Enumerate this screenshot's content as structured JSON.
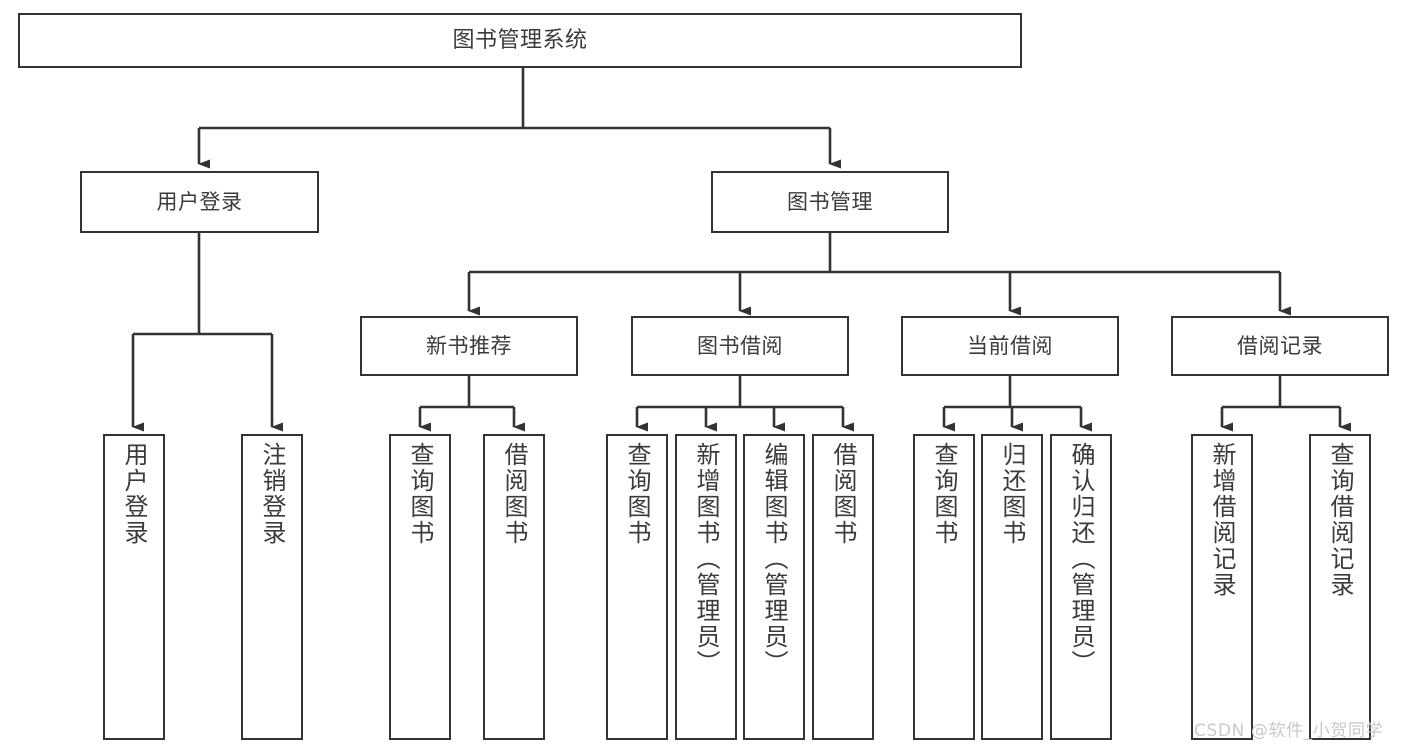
{
  "diagram": {
    "title": "图书管理系统",
    "watermark": "CSDN @软件_小贺同学",
    "colors": {
      "background": "#ffffff",
      "border": "#333333",
      "text": "#3b3b3b",
      "connector": "#333333",
      "watermark": "#c9c9c9"
    },
    "type": "tree-hierarchy-chart",
    "levels": 4
  },
  "nodes": {
    "root": {
      "label": "图书管理系统"
    },
    "level2": [
      {
        "label": "用户登录"
      },
      {
        "label": "图书管理"
      }
    ],
    "level3": [
      {
        "label": "新书推荐"
      },
      {
        "label": "图书借阅"
      },
      {
        "label": "当前借阅"
      },
      {
        "label": "借阅记录"
      }
    ],
    "leaves_user_login": [
      {
        "label": "用户登录"
      },
      {
        "label": "注销登录"
      }
    ],
    "leaves_new_book": [
      {
        "label": "查询图书"
      },
      {
        "label": "借阅图书"
      }
    ],
    "leaves_borrow": [
      {
        "label": "查询图书"
      },
      {
        "label": "新增图书（管理员）"
      },
      {
        "label": "编辑图书（管理员）"
      },
      {
        "label": "借阅图书"
      }
    ],
    "leaves_current": [
      {
        "label": "查询图书"
      },
      {
        "label": "归还图书"
      },
      {
        "label": "确认归还（管理员）"
      }
    ],
    "leaves_records": [
      {
        "label": "新增借阅记录"
      },
      {
        "label": "查询借阅记录"
      }
    ]
  }
}
